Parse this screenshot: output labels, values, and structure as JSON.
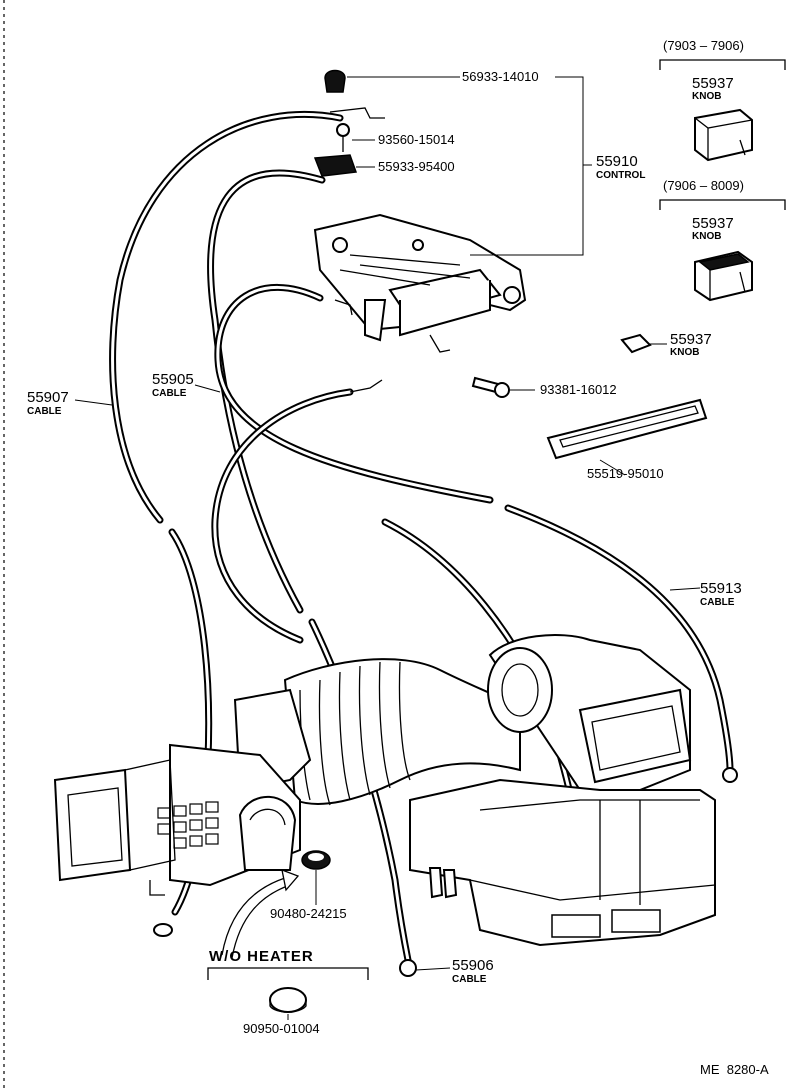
{
  "labels": {
    "p_56933_14010": "56933-14010",
    "p_93560_15014": "93560-15014",
    "p_55933_95400": "55933-95400",
    "p_55910": "55910",
    "control": "CONTROL",
    "range_a": "(7903 – 7906)",
    "range_b": "(7906 – 8009)",
    "knob_a_pn": "55937",
    "knob_a_txt": "KNOB",
    "knob_b_pn": "55937",
    "knob_b_txt": "KNOB",
    "knob_c_pn": "55937",
    "knob_c_txt": "KNOB",
    "p_93381_16012": "93381-16012",
    "p_55519_95010": "55519-95010",
    "p_55907": "55907",
    "cable_55907": "CABLE",
    "p_55905": "55905",
    "cable_55905": "CABLE",
    "p_55913": "55913",
    "cable_55913": "CABLE",
    "p_55906": "55906",
    "cable_55906": "CABLE",
    "p_90480_24215": "90480-24215",
    "wo_heater": "W/O HEATER",
    "p_90950_01004": "90950-01004",
    "drawing_ref": "ME  8280-A"
  }
}
